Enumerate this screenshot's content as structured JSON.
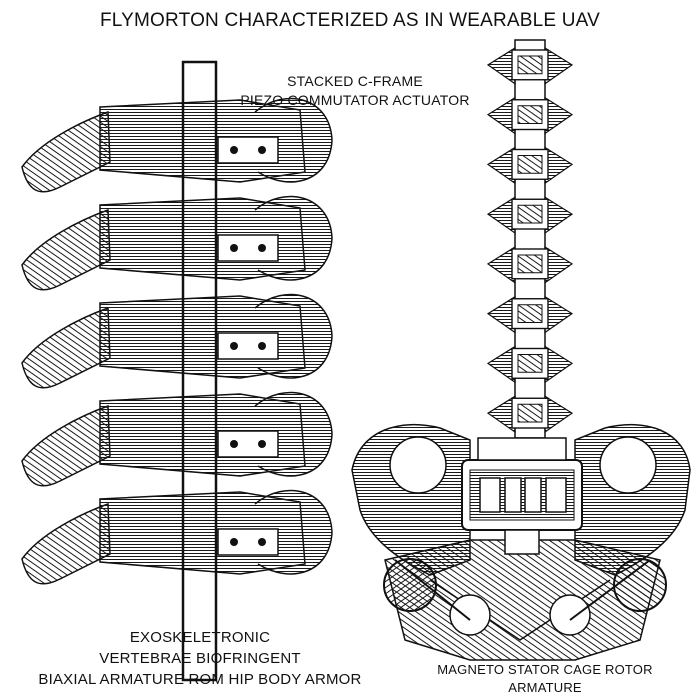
{
  "title": "FLYMORTON CHARACTERIZED AS IN WEARABLE UAV",
  "labels": {
    "actuator_line1": "STACKED C-FRAME",
    "actuator_line2": "PIEZO COMMUTATOR ACTUATOR",
    "exo_line1": "EXOSKELETRONIC",
    "exo_line2": "VERTEBRAE BIOFRINGENT",
    "exo_line3": "BIAXIAL ARMATURE ROM HIP BODY ARMOR",
    "magneto_line1": "MAGNETO STATOR CAGE ROTOR",
    "magneto_line2": "ARMATURE"
  },
  "colors": {
    "ink": "#1a1a1a",
    "paper": "#ffffff",
    "shade": "#9a9a9a"
  },
  "vertebra_count": 5,
  "spine_segment_count": 8
}
